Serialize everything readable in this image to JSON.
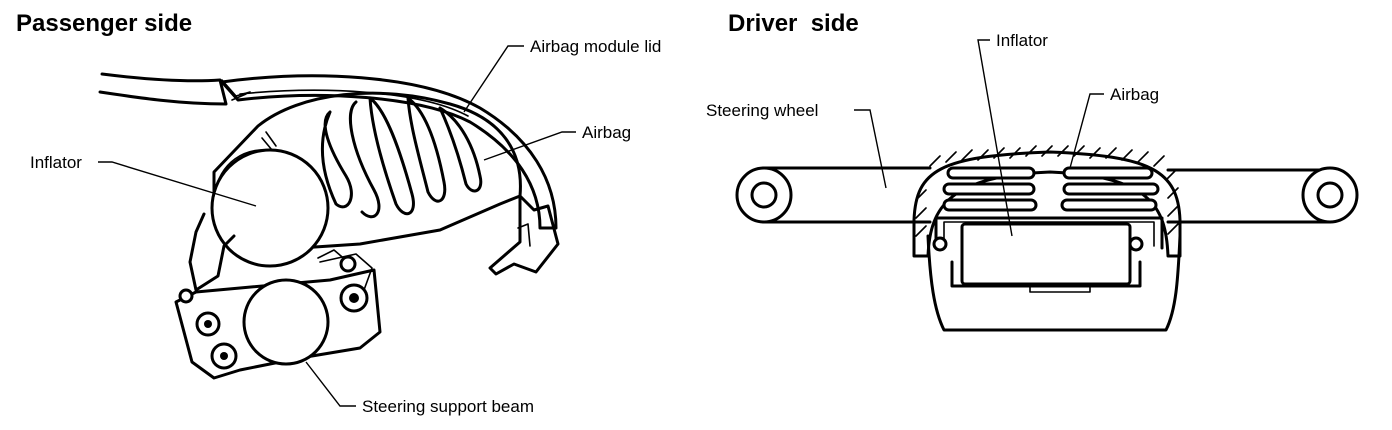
{
  "passenger": {
    "title": "Passenger side",
    "labels": {
      "module_lid": "Airbag module lid",
      "airbag": "Airbag",
      "inflator": "Inflator",
      "support_beam": "Steering support beam"
    }
  },
  "driver": {
    "title": "Driver  side",
    "labels": {
      "inflator": "Inflator",
      "steering_wheel": "Steering wheel",
      "airbag": "Airbag"
    }
  }
}
